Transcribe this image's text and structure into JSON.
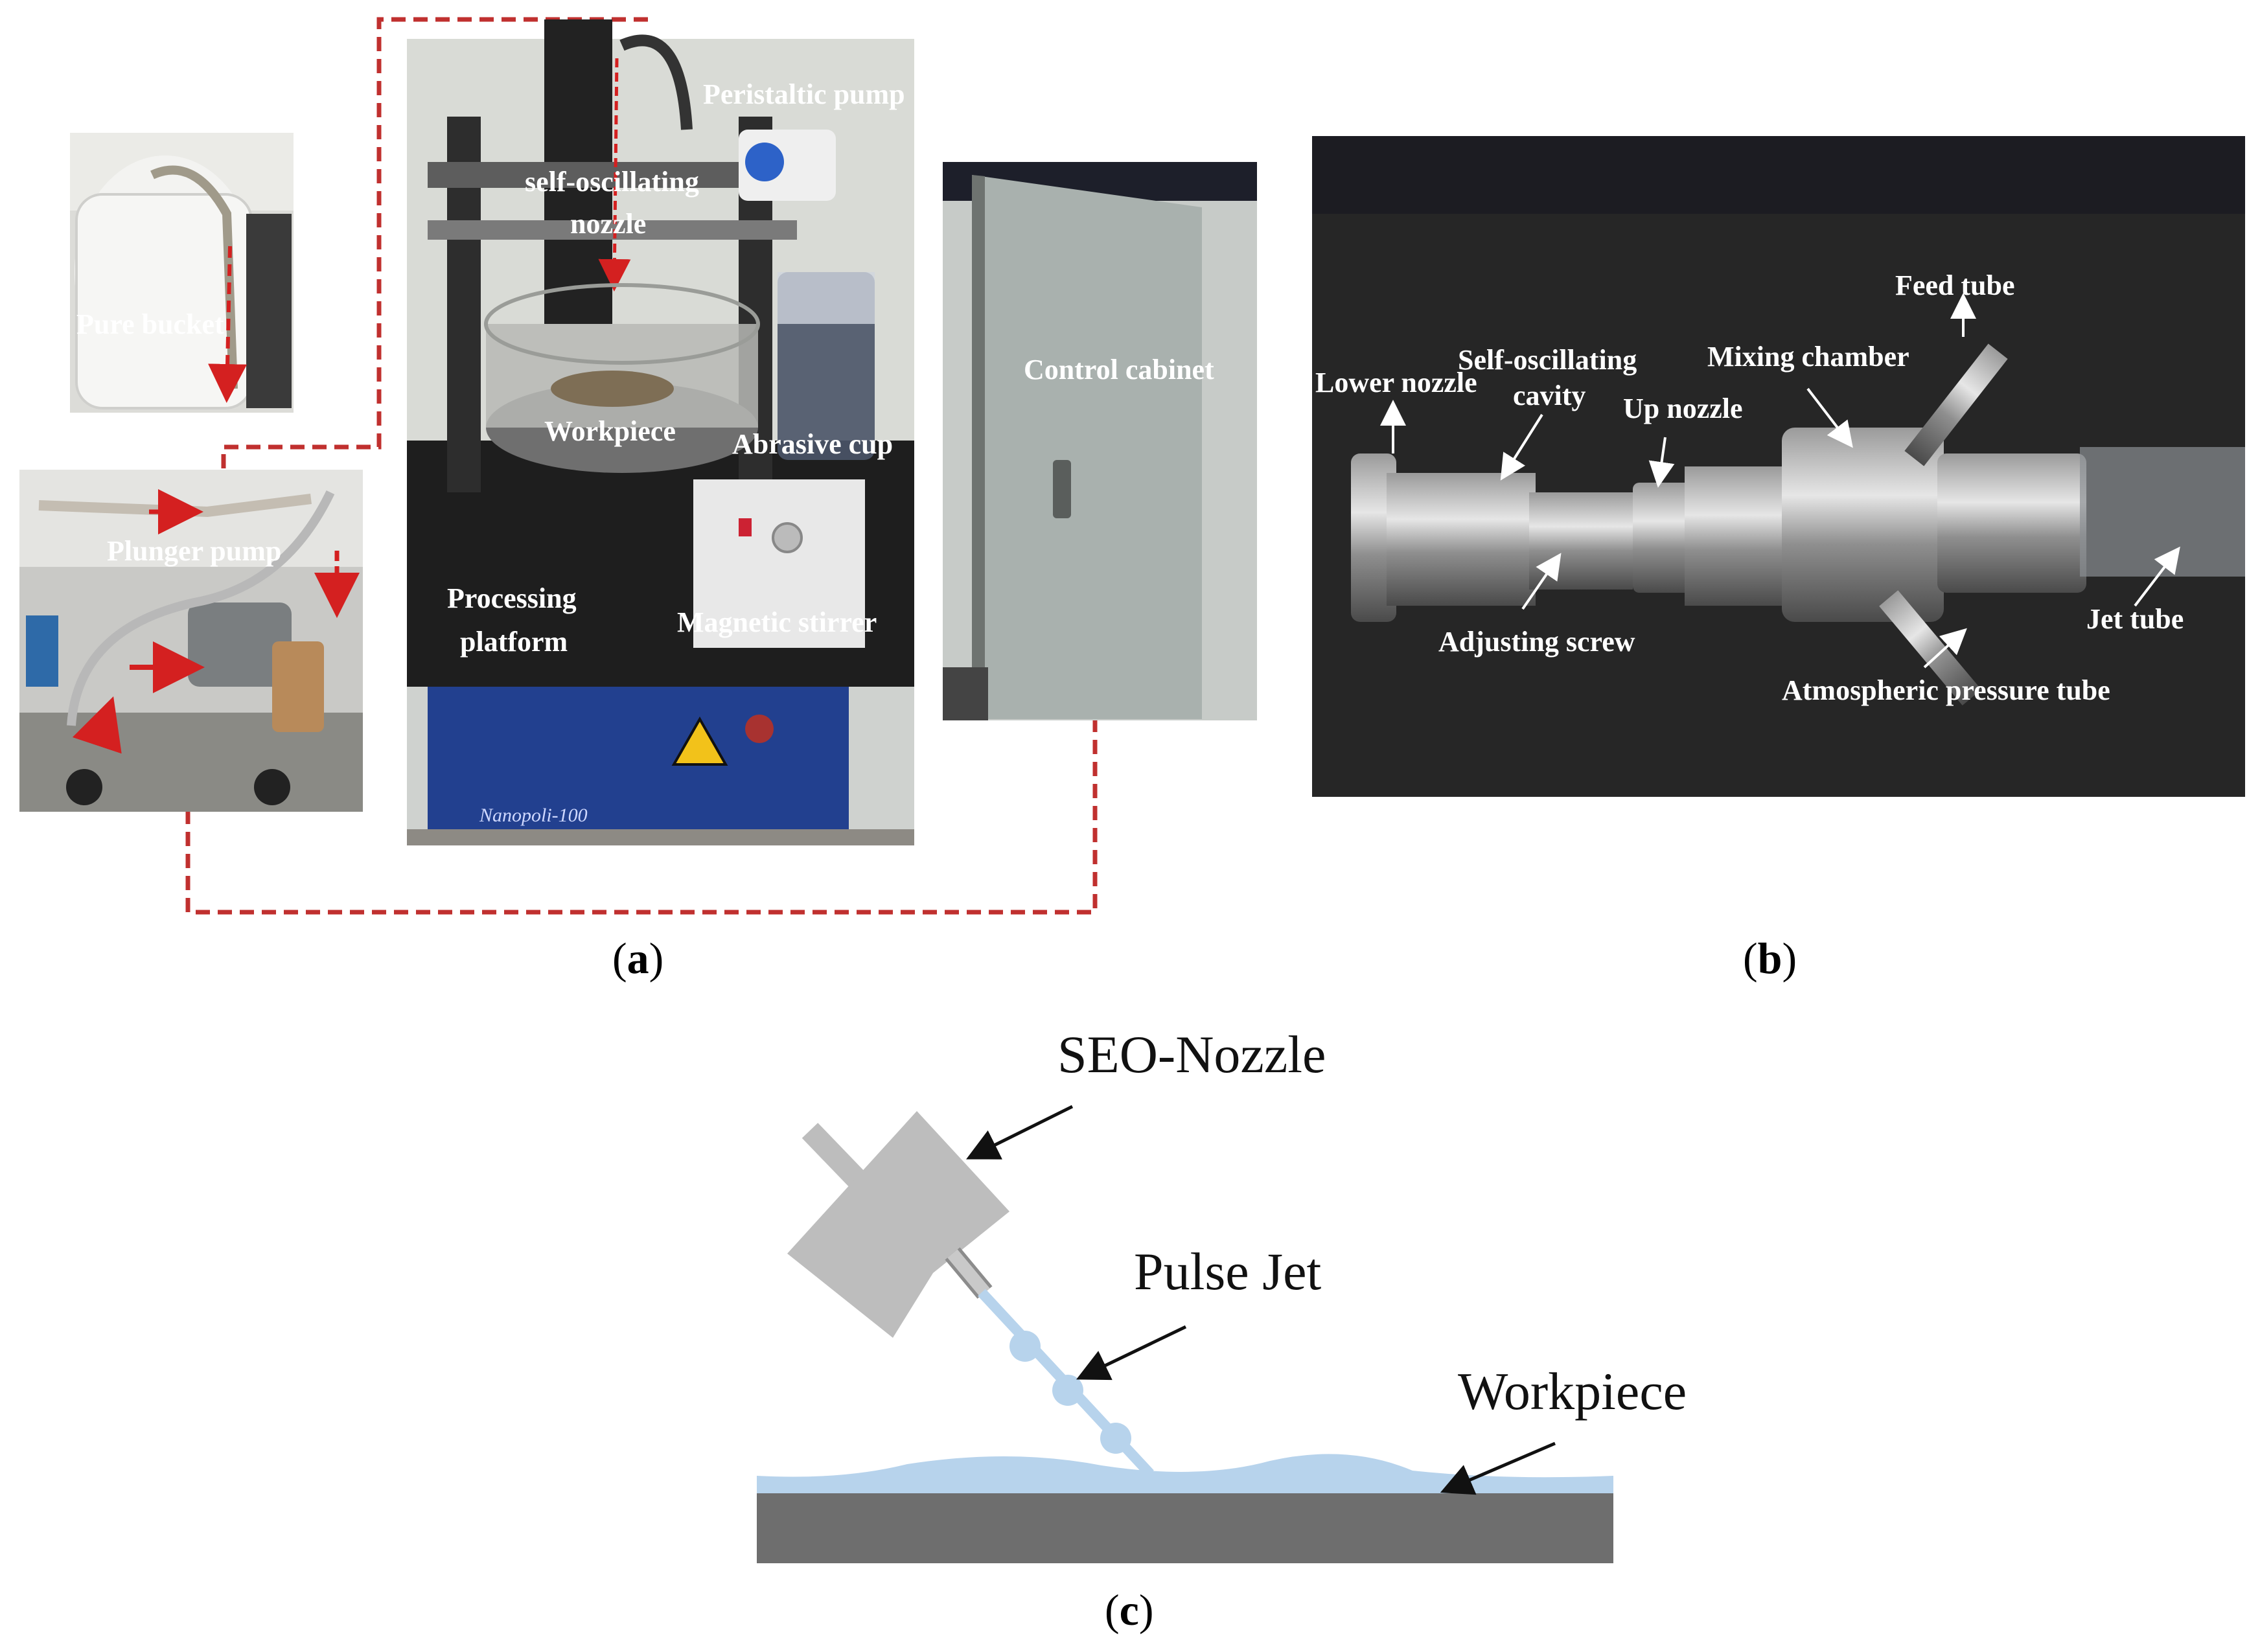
{
  "panel_a": {
    "labels": {
      "peristaltic_pump": "Peristaltic pump",
      "self_osc_1": "self-oscillating",
      "self_osc_2": "nozzle",
      "pure_bucket": "Pure bucket",
      "control_cabinet": "Control cabinet",
      "workpiece": "Workpiece",
      "abrasive_cup": "Abrasive cup",
      "plunger_pump": "Plunger pump",
      "processing_1": "Processing",
      "processing_2": "platform",
      "magnetic_stirrer": "Magnetic stirrer",
      "machine_brand": "Nanopoli-100"
    },
    "caption_open": "(",
    "caption_letter": "a",
    "caption_close": ")"
  },
  "panel_b": {
    "labels": {
      "feed_tube": "Feed tube",
      "self_osc_cavity_1": "Self-oscillating",
      "self_osc_cavity_2": "cavity",
      "mixing_chamber": "Mixing chamber",
      "lower_nozzle": "Lower nozzle",
      "up_nozzle": "Up nozzle",
      "adjusting_screw": "Adjusting screw",
      "jet_tube": "Jet tube",
      "atmospheric_tube": "Atmospheric pressure tube"
    },
    "caption_open": "(",
    "caption_letter": "b",
    "caption_close": ")"
  },
  "panel_c": {
    "labels": {
      "seo_nozzle": "SEO-Nozzle",
      "pulse_jet": "Pulse Jet",
      "workpiece": "Workpiece"
    },
    "caption_open": "(",
    "caption_letter": "c",
    "caption_close": ")"
  },
  "colors": {
    "dashed_line": "#c0302f",
    "nozzle_gray": "#bdbdbd",
    "jet_blue": "#b7d3ec",
    "workpiece_gray": "#6e6e6e",
    "photo_dark": "#2b2b2b"
  }
}
